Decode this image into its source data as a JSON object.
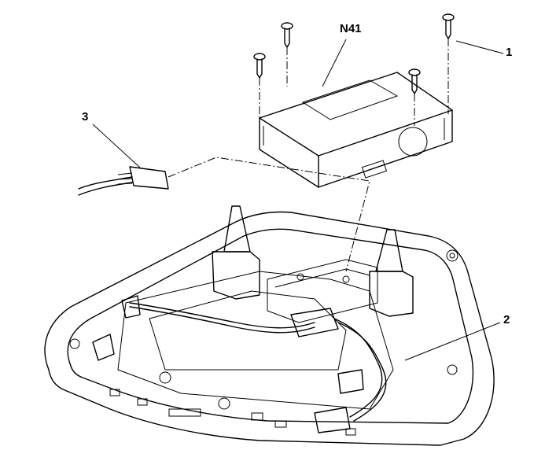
{
  "labels": {
    "module": "N41",
    "screw": "1",
    "tray_part": "2",
    "connector": "3"
  }
}
